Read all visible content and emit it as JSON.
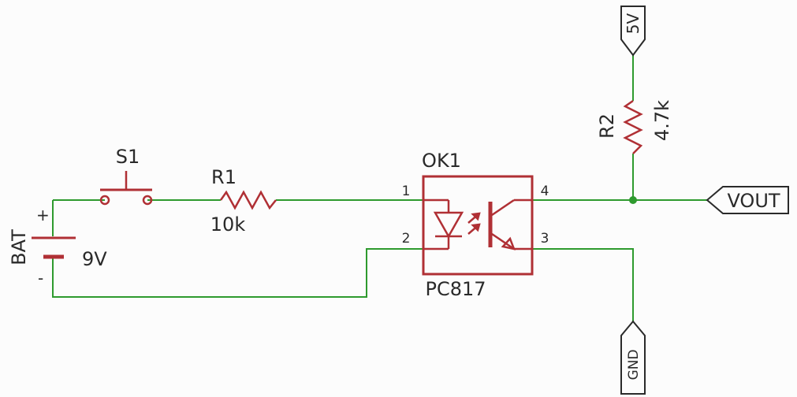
{
  "colors": {
    "wire": "#2e9a2e",
    "part": "#b03035",
    "text": "#2a2a2a",
    "junction": "#2e9a2e"
  },
  "battery": {
    "ref": "BAT",
    "value": "9V",
    "plus": "+",
    "minus": "-"
  },
  "switch": {
    "ref": "S1"
  },
  "r1": {
    "ref": "R1",
    "value": "10k"
  },
  "r2": {
    "ref": "R2",
    "value": "4.7k"
  },
  "opto": {
    "ref": "OK1",
    "part": "PC817",
    "pins": {
      "p1": "1",
      "p2": "2",
      "p3": "3",
      "p4": "4"
    }
  },
  "net_labels": {
    "supply": "5V",
    "output": "VOUT",
    "ground": "GND"
  }
}
